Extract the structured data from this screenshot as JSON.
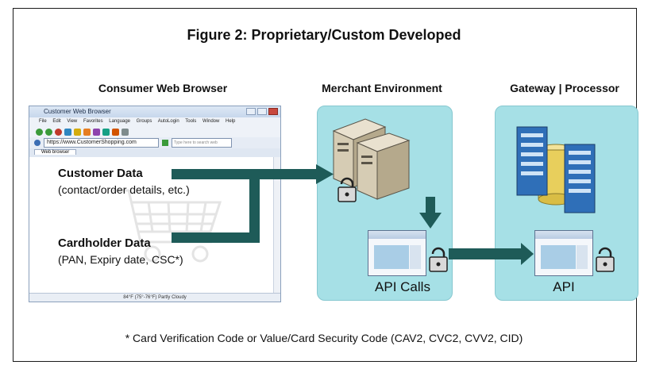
{
  "title": "Figure 2: Proprietary/Custom Developed",
  "columns": {
    "consumer": "Consumer Web Browser",
    "merchant": "Merchant Environment",
    "gateway": "Gateway | Processor"
  },
  "browser": {
    "title": "Customer  Web  Browser",
    "menu": [
      "File",
      "Edit",
      "View",
      "Favorites",
      "Language",
      "Groups",
      "AutoLogin",
      "Tools",
      "Window",
      "Help"
    ],
    "url": "https://www.CustomerShopping.com",
    "search_placeholder": "Type here to search web",
    "tab": "Web browser",
    "status": "84°F (75°-76°F) Partly Cloudy"
  },
  "customer_data": {
    "heading": "Customer Data",
    "detail": "(contact/order details, etc.)"
  },
  "cardholder_data": {
    "heading": "Cardholder Data",
    "detail": "(PAN, Expiry date, CSC*)"
  },
  "merchant_api": "API Calls",
  "gateway_api": "API",
  "footnote": "* Card Verification Code or Value/Card Security Code (CAV2, CVC2, CVV2, CID)",
  "colors": {
    "arrow": "#1e5b58",
    "env_fill": "#a6e0e6",
    "server_blue": "#2f6fb8"
  }
}
